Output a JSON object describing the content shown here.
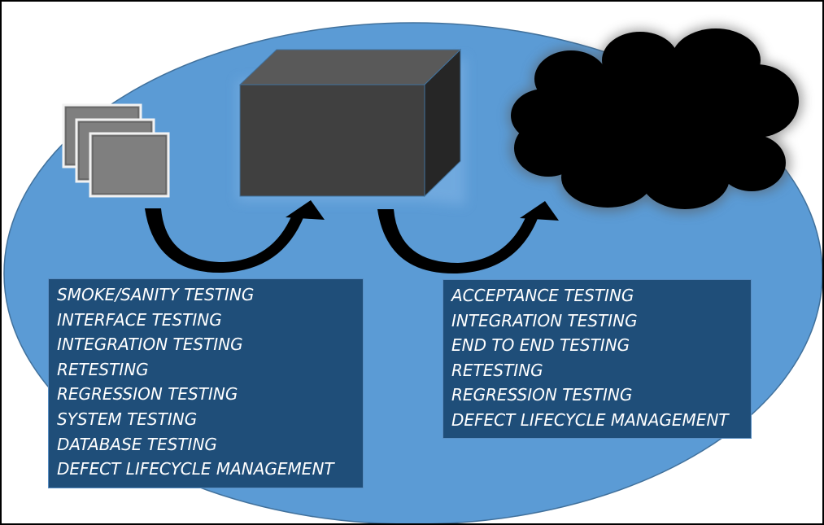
{
  "left_list": {
    "items": [
      "SMOKE/SANITY TESTING",
      "INTERFACE TESTING",
      "INTEGRATION TESTING",
      "RETESTING",
      "REGRESSION TESTING",
      "SYSTEM TESTING",
      "DATABASE TESTING",
      "DEFECT LIFECYCLE MANAGEMENT"
    ]
  },
  "right_list": {
    "items": [
      "ACCEPTANCE TESTING",
      "INTEGRATION TESTING",
      "END TO END TESTING",
      "RETESTING",
      "REGRESSION TESTING",
      "DEFECT LIFECYCLE MANAGEMENT"
    ]
  },
  "colors": {
    "ellipse": "#5b9bd5",
    "ellipse_border": "#41719c",
    "text_box": "#1f4e79",
    "cube_front": "#404040",
    "cloud": "#000000",
    "text": "#ffffff"
  },
  "icons": {
    "left": "documents-stack-icon",
    "center": "cube-icon",
    "right": "cloud-icon",
    "arrows": "curved-arrow-icon"
  }
}
